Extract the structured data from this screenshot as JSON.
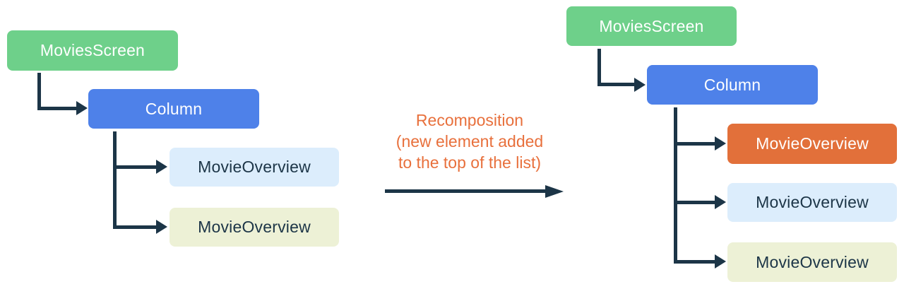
{
  "diagram": {
    "before": {
      "root": {
        "label": "MoviesScreen"
      },
      "column": {
        "label": "Column"
      },
      "children": [
        {
          "label": "MovieOverview",
          "variant": "light-blue"
        },
        {
          "label": "MovieOverview",
          "variant": "cream"
        }
      ]
    },
    "transition": {
      "line1": "Recomposition",
      "line2": "(new element added",
      "line3": "to the top of the list)"
    },
    "after": {
      "root": {
        "label": "MoviesScreen"
      },
      "column": {
        "label": "Column"
      },
      "children": [
        {
          "label": "MovieOverview",
          "variant": "orange-new"
        },
        {
          "label": "MovieOverview",
          "variant": "light-blue"
        },
        {
          "label": "MovieOverview",
          "variant": "cream"
        }
      ]
    }
  },
  "colors": {
    "green": "#6ED08A",
    "blue": "#4E81E9",
    "light_blue": "#DCEDFC",
    "cream": "#EDF1D6",
    "orange": "#E2703A",
    "connector_navy": "#1C3547",
    "label_orange": "#E8703C",
    "background": "#FFFFFF"
  }
}
